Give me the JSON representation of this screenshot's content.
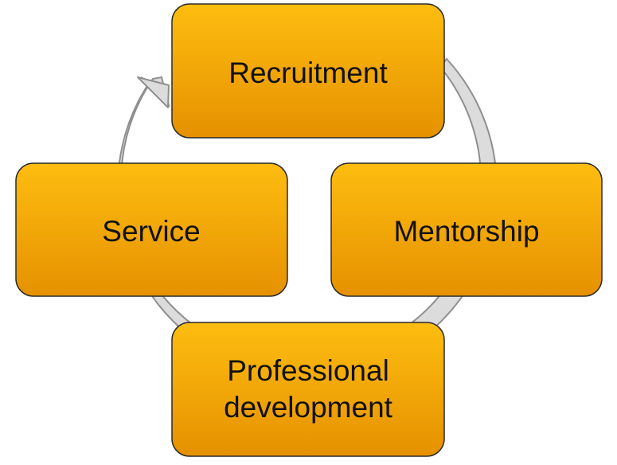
{
  "diagram": {
    "type": "cycle",
    "direction": "clockwise",
    "colors": {
      "box_top": "#FDBD10",
      "box_bottom": "#E69100",
      "box_border": "#2a2a2a",
      "arrow_fill": "#DCDCDC",
      "arrow_stroke": "#8F8F8F",
      "text": "#111111"
    },
    "nodes": [
      {
        "id": "recruitment",
        "label_lines": [
          "Recruitment"
        ]
      },
      {
        "id": "mentorship",
        "label_lines": [
          "Mentorship"
        ]
      },
      {
        "id": "professional-development",
        "label_lines": [
          "Professional",
          "development"
        ]
      },
      {
        "id": "service",
        "label_lines": [
          "Service"
        ]
      }
    ]
  }
}
